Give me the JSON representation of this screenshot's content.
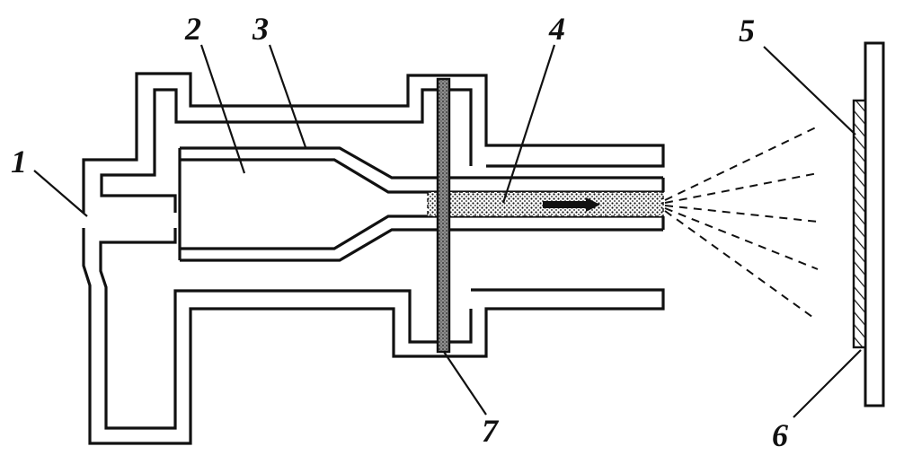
{
  "labels": {
    "l1": "1",
    "l2": "2",
    "l3": "3",
    "l4": "4",
    "l5": "5",
    "l6": "6",
    "l7": "7"
  },
  "colors": {
    "ink": "#111111",
    "background": "#ffffff",
    "powder_fill": "#bfbfbf",
    "ring_fill": "#9a9a9a",
    "coating_hatch": "#111111"
  }
}
